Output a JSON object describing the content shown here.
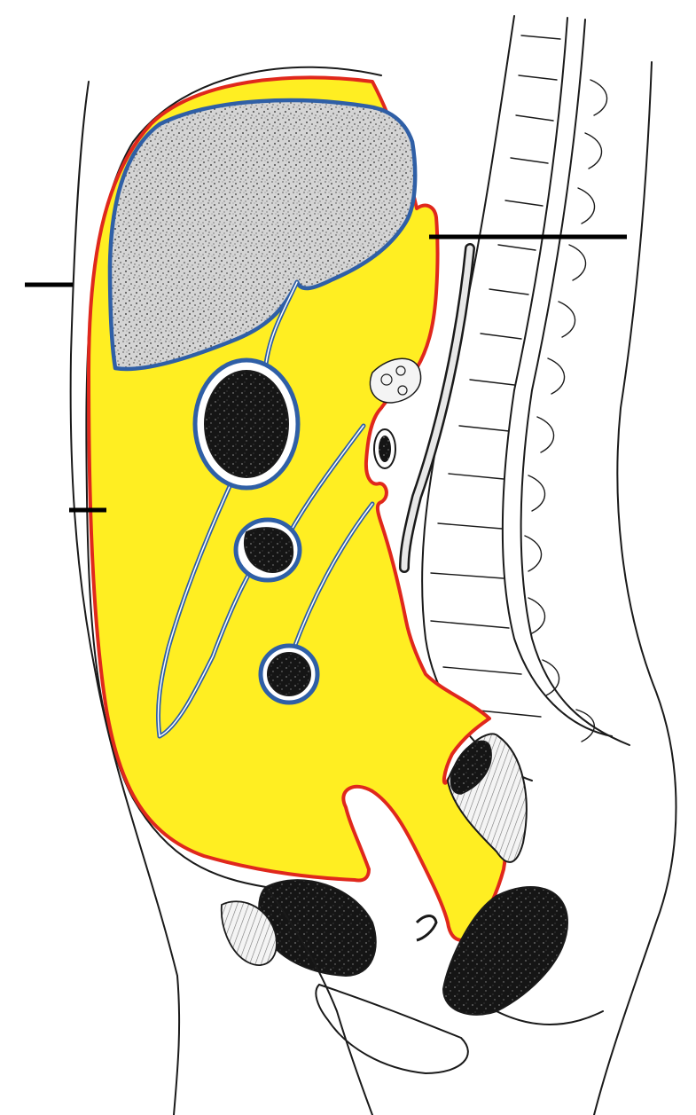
{
  "figure": {
    "colors": {
      "peritoneal_cavity": "#ffee22",
      "parietal_peritoneum": "#e0281c",
      "visceral_peritoneum": "#2f5fa6",
      "liver_fill": "#c9c9c9",
      "viscera_fill": "#1b1b1b",
      "outline": "#1a1a1a",
      "marker_lines": "#000000"
    },
    "regions": [
      "peritoneal-cavity",
      "liver",
      "stomach",
      "transverse-colon",
      "small-intestine",
      "vertebral-column",
      "rectum",
      "bladder",
      "uterus"
    ]
  }
}
